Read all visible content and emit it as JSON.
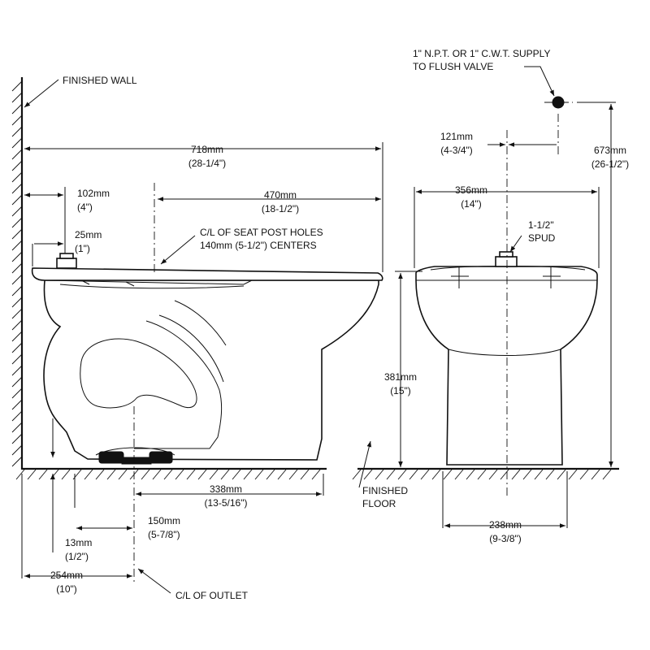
{
  "labels": {
    "finished_wall": "FINISHED WALL",
    "supply_line1": "1\" N.P.T. OR 1\" C.W.T. SUPPLY",
    "supply_line2": "TO FLUSH VALVE",
    "seat_post_line1": "C/L OF SEAT POST HOLES",
    "seat_post_line2": "140mm (5-1/2\") CENTERS",
    "spud_line1": "1-1/2\"",
    "spud_line2": "SPUD",
    "finished_floor_line1": "FINISHED",
    "finished_floor_line2": "FLOOR",
    "cl_outlet": "C/L OF OUTLET"
  },
  "dimensions": {
    "d718": {
      "mm": "718mm",
      "in": "(28-1/4\")"
    },
    "d102": {
      "mm": "102mm",
      "in": "(4\")"
    },
    "d470": {
      "mm": "470mm",
      "in": "(18-1/2\")"
    },
    "d25": {
      "mm": "25mm",
      "in": "(1\")"
    },
    "d338": {
      "mm": "338mm",
      "in": "(13-5/16\")"
    },
    "d150": {
      "mm": "150mm",
      "in": "(5-7/8\")"
    },
    "d13": {
      "mm": "13mm",
      "in": "(1/2\")"
    },
    "d254": {
      "mm": "254mm",
      "in": "(10\")"
    },
    "d121": {
      "mm": "121mm",
      "in": "(4-3/4\")"
    },
    "d356": {
      "mm": "356mm",
      "in": "(14\")"
    },
    "d673": {
      "mm": "673mm",
      "in": "(26-1/2\")"
    },
    "d381": {
      "mm": "381mm",
      "in": "(15\")"
    },
    "d238": {
      "mm": "238mm",
      "in": "(9-3/8\")"
    }
  }
}
